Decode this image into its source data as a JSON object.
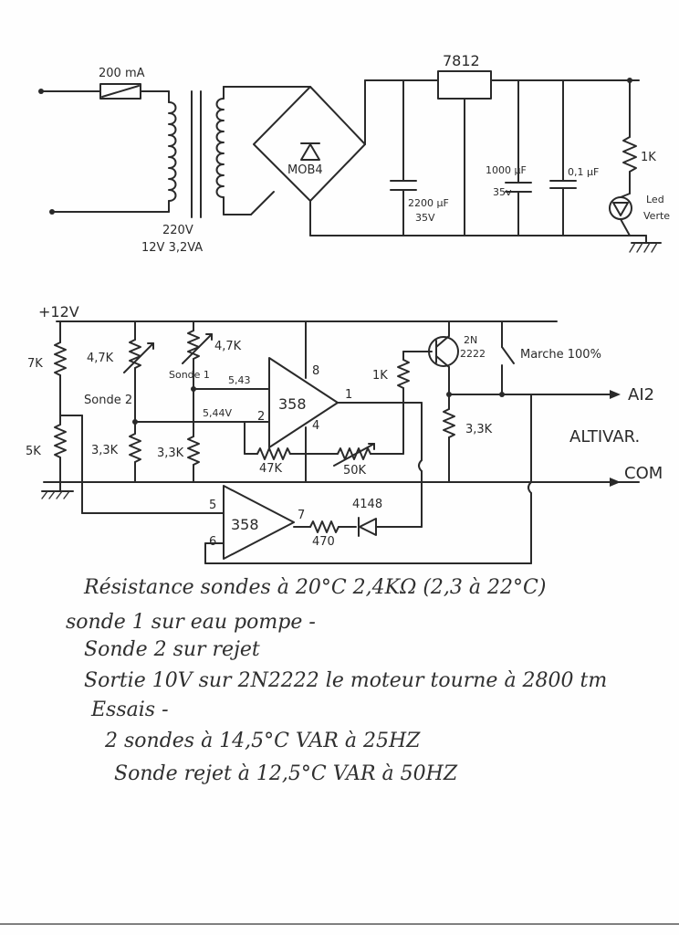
{
  "power_supply": {
    "fuse": "200 mA",
    "transformer_primary": "220V",
    "transformer_rating": "12V 3,2VA",
    "bridge": "MOB4",
    "regulator": "7812",
    "cap_main": "2200 µF",
    "cap_main_v": "35V",
    "cap_2": "1000 µF",
    "cap_2_v": "35v",
    "cap_3": "0,1 µF",
    "led_resistor": "1K",
    "led_label_1": "Led",
    "led_label_2": "Verte"
  },
  "control": {
    "supply": "+12V",
    "r_7k": "7K",
    "r_5k": "5K",
    "r_47k_pot": "4,7K",
    "sonde2": "Sonde 2",
    "r_33k_a": "3,3K",
    "r_47k_pot_b": "4,7K",
    "sonde1": "Sonde 1",
    "v_543": "5,43",
    "v_544": "5,44V",
    "r_33k_b": "3,3K",
    "opamp1": "358",
    "pin8": "8",
    "pin1": "1",
    "pin2": "2",
    "pin4": "4",
    "r_1k": "1K",
    "r_47k": "47K",
    "r_50k": "50K",
    "transistor_1": "2N",
    "transistor_2": "2222",
    "marche": "Marche 100%",
    "ai2": "AI2",
    "r_33k_c": "3,3K",
    "altivar": "ALTIVAR.",
    "com": "COM",
    "opamp2": "358",
    "pin5": "5",
    "pin6": "6",
    "pin7": "7",
    "diode": "4148",
    "r_470": "470"
  },
  "notes": [
    "Résistance sondes à 20°C 2,4KΩ (2,3 à 22°C)",
    "sonde 1 sur eau pompe -",
    "Sonde 2 sur rejet",
    "Sortie 10V sur 2N2222 le moteur tourne à 2800 tm",
    "Essais -",
    "2 sondes à 14,5°C   VAR à 25HZ",
    "Sonde rejet à 12,5°C  VAR à 50HZ"
  ]
}
